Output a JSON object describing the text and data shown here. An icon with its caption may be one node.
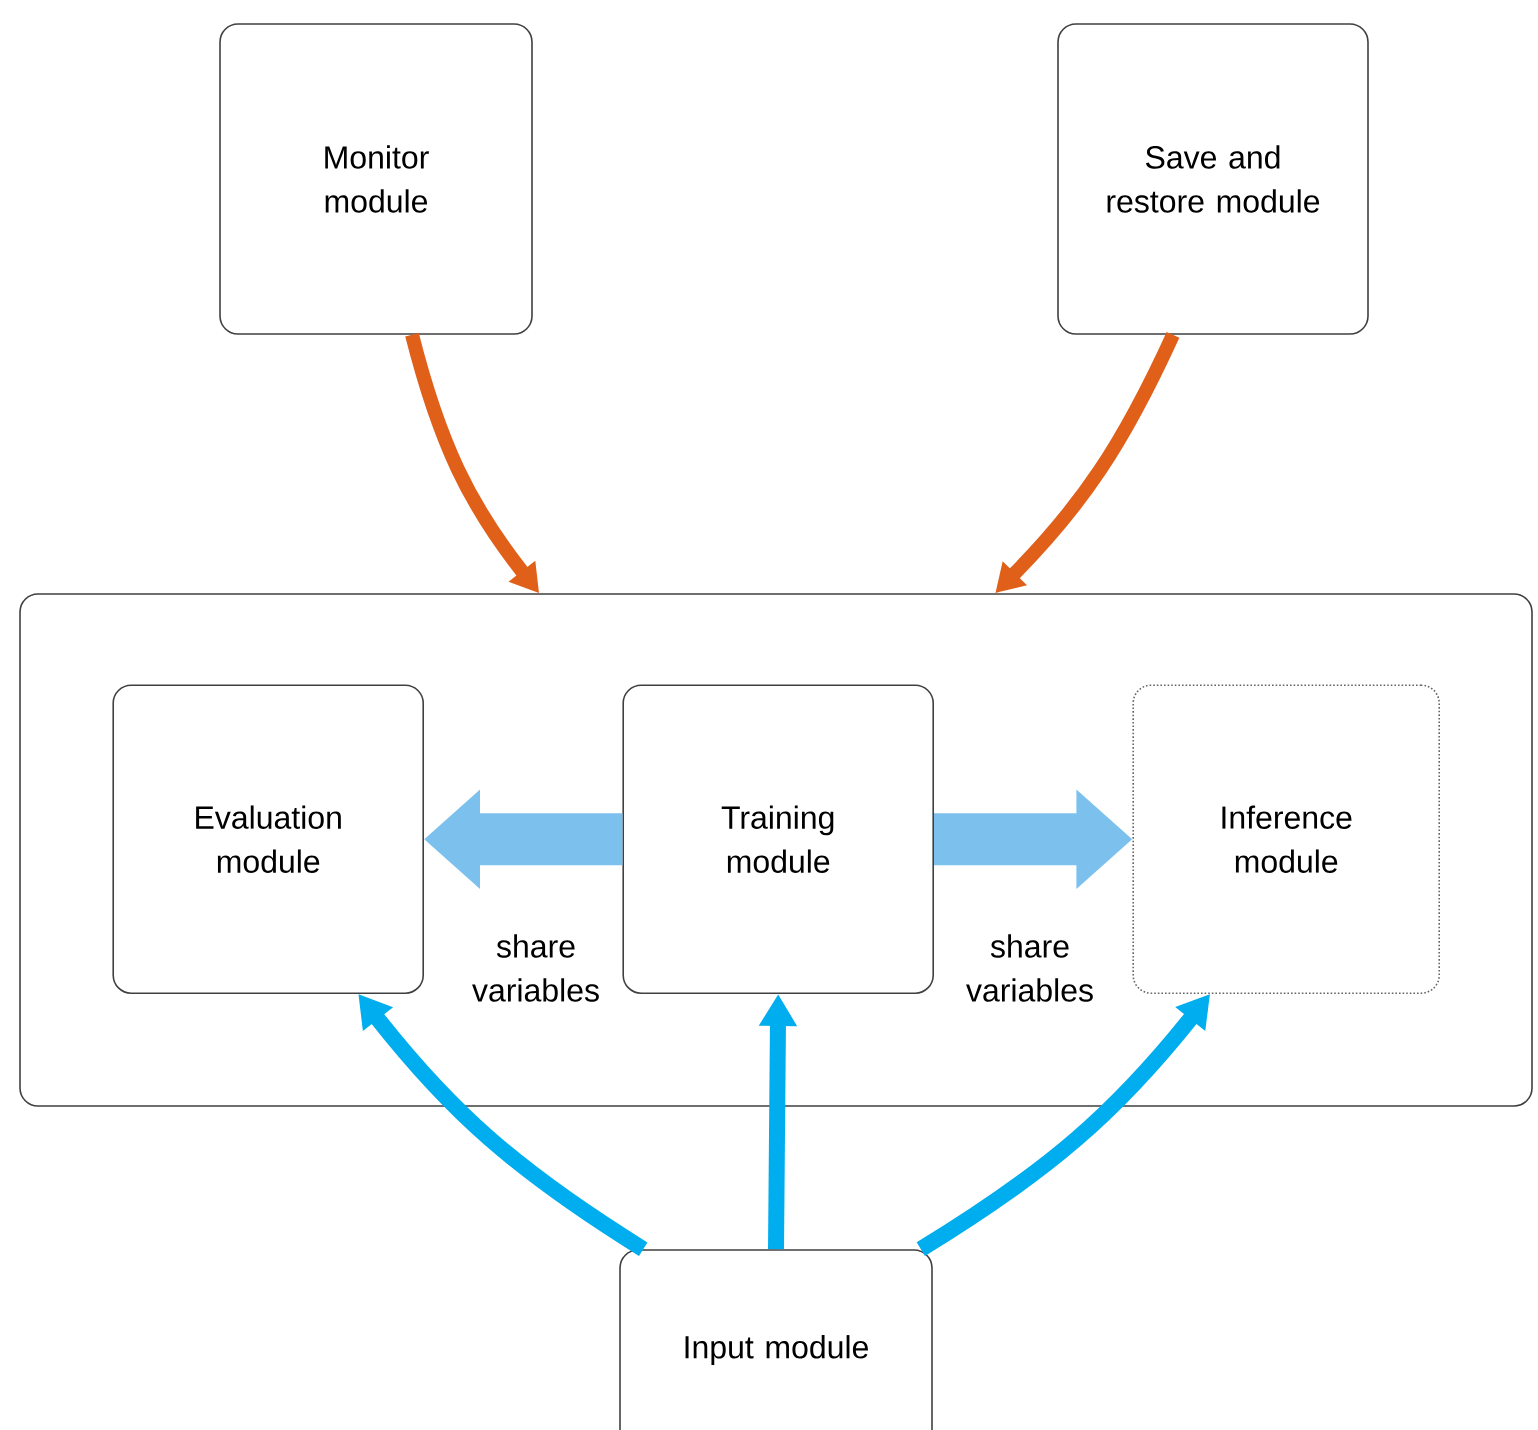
{
  "diagram": {
    "nodes": [
      {
        "text": [
          "Monitor module"
        ]
      },
      {
        "text": [
          "Save and restore module"
        ]
      },
      {
        "text": [],
        "shape": "box"
      },
      {
        "text": [
          "Evaluation module"
        ],
        "in": 2
      },
      {
        "text": [
          "Training module"
        ],
        "in": 2
      },
      {
        "text": [
          "Inference module"
        ],
        "in": 2
      },
      {
        "text": [
          "Input module"
        ]
      }
    ],
    "edges": [
      {
        "from": 0,
        "to": 2,
        "arrow": "to",
        "color": "#e0601a"
      },
      {
        "from": 1,
        "to": 2,
        "arrow": "to",
        "color": "#e0601a"
      },
      {
        "from": 4,
        "to": 3,
        "arrow": "to",
        "label": "share variables",
        "color": "#7cc1ee",
        "style": "thick"
      },
      {
        "from": 4,
        "to": 5,
        "arrow": "to",
        "label": "share variables",
        "color": "#7cc1ee",
        "style": "thick"
      },
      {
        "from": 6,
        "to": 3,
        "arrow": "to"
      },
      {
        "from": 6,
        "to": 4,
        "arrow": "to"
      },
      {
        "from": 6,
        "to": 5,
        "arrow": "to"
      }
    ]
  }
}
